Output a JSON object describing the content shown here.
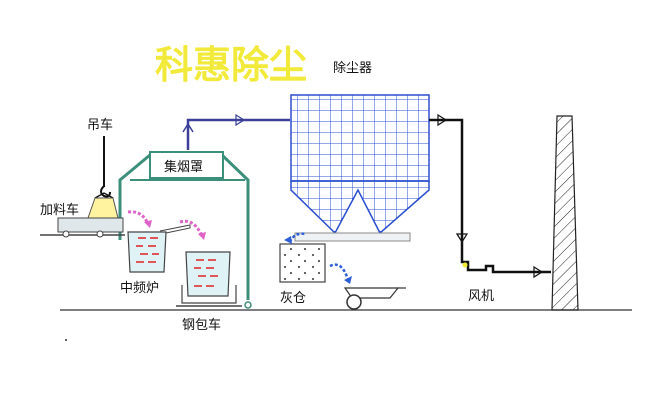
{
  "brand": {
    "title": "科惠除尘",
    "color": "#f2ea3a"
  },
  "labels": {
    "dust_collector": "除尘器",
    "crane": "吊车",
    "feeder_car": "加料车",
    "hood": "集烟罩",
    "furnace": "中频炉",
    "ladle_car": "钢包车",
    "ash_bin": "灰仓",
    "fan": "风机"
  },
  "colors": {
    "duct_blue": "#3b3f9a",
    "hood_green": "#3c8f7a",
    "grid_blue": "#2a4fd0",
    "black": "#111111",
    "flow_arrow": "#2f5fd8",
    "furnace_red": "#e03030",
    "pink_arrow": "#e064c8",
    "tank_fill": "#dff3f7"
  },
  "icons": [
    "flow-arrow-icon",
    "curved-arrow-icon",
    "crane-hook-icon"
  ]
}
